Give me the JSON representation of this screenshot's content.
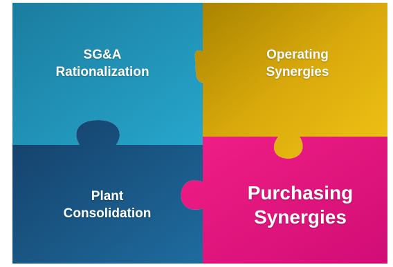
{
  "colors": {
    "top_left": "#1f8db0",
    "top_right": "#d8a80a",
    "bottom_left": "#1a5f90",
    "bottom_right": "#e0157f",
    "text": "#ffffff"
  },
  "pieces": {
    "top_left": {
      "line1": "SG&A",
      "line2": "Rationalization"
    },
    "top_right": {
      "line1": "Operating",
      "line2": "Synergies"
    },
    "bottom_left": {
      "line1": "Plant",
      "line2": "Consolidation"
    },
    "bottom_right": {
      "line1": "Purchasing",
      "line2": "Synergies"
    }
  }
}
